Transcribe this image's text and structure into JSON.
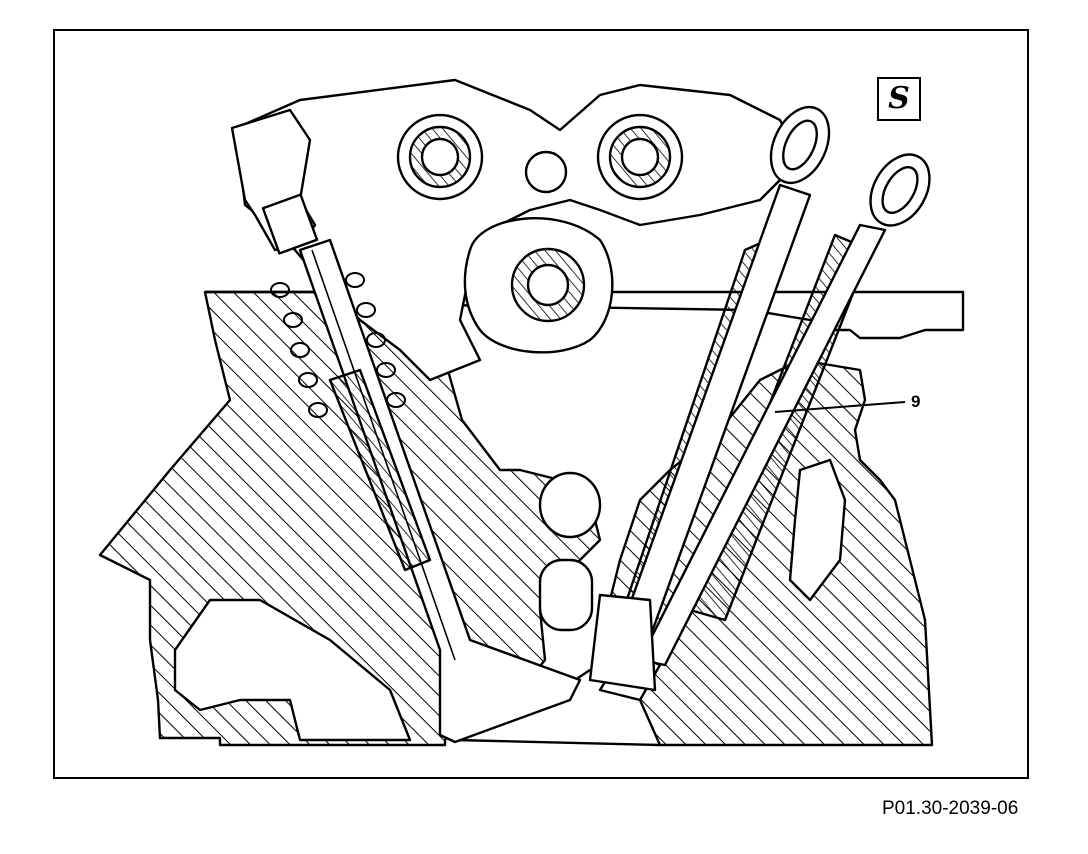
{
  "figure": {
    "callout_label": "9",
    "figure_code": "P01.30-2039-06",
    "tool_symbol": "S"
  },
  "colors": {
    "line": "#000000",
    "background": "#ffffff"
  },
  "icons": {
    "tool_badge": "special-tool-icon"
  }
}
